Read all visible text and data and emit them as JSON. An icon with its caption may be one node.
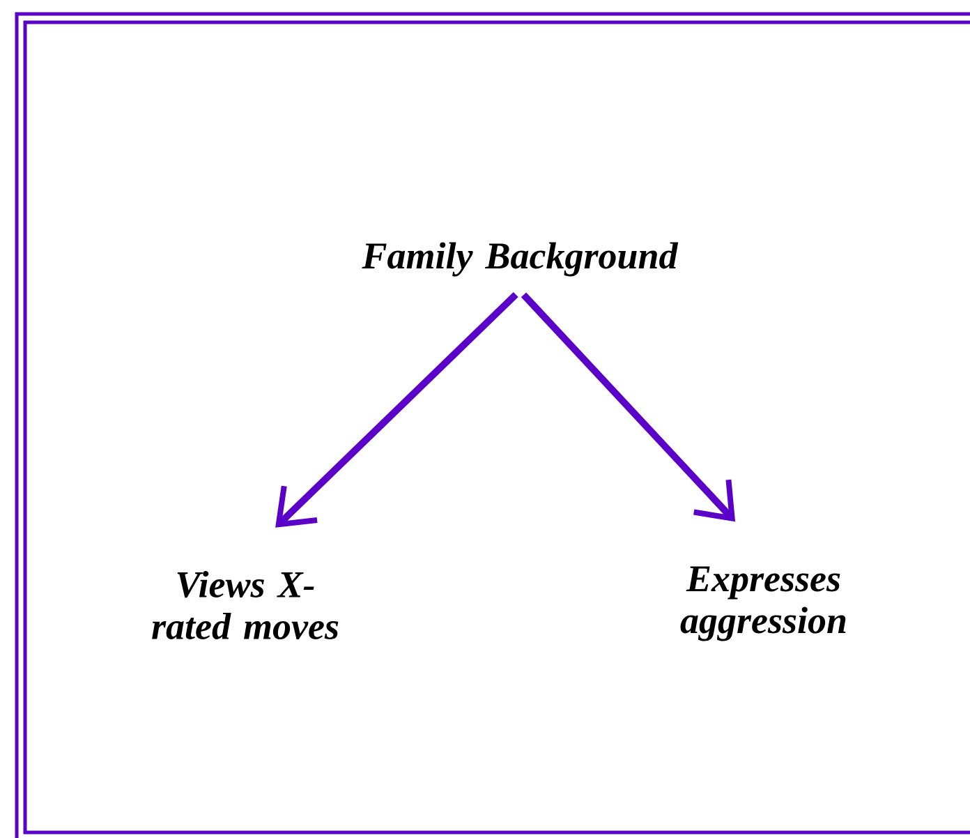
{
  "diagram": {
    "nodes": [
      {
        "text": [
          "Family Background"
        ]
      },
      {
        "text": [
          "Views X-rated moves"
        ]
      },
      {
        "text": [
          "Expresses aggression"
        ]
      }
    ],
    "edges": [
      {
        "from": 0,
        "to": 1,
        "arrow": "to"
      },
      {
        "from": 0,
        "to": 2,
        "arrow": "to"
      }
    ]
  }
}
